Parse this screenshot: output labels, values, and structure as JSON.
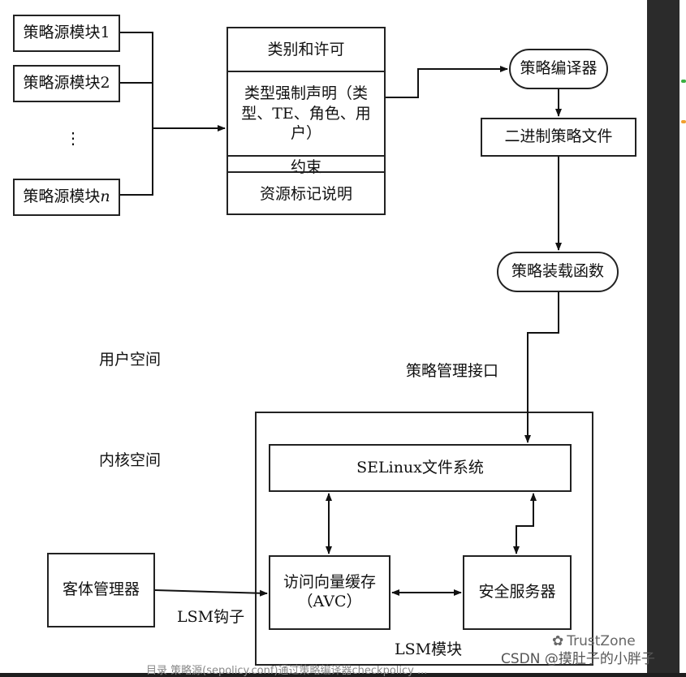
{
  "source_modules": [
    "策略源模块1",
    "策略源模块2",
    "⋮",
    "策略源模块"
  ],
  "source_module_italic_suffix": "n",
  "policy_stack": {
    "cells": [
      "类别和许可",
      "类型强制声明（类型、TE、角色、用户）",
      "约束",
      "资源标记说明"
    ]
  },
  "compiler": "策略编译器",
  "binary_policy": "二进制策略文件",
  "loader": "策略装载函数",
  "user_space": "用户空间",
  "policy_mgmt_interface": "策略管理接口",
  "kernel_space": "内核空间",
  "lsm_module": {
    "title": "LSM模块",
    "selinux_fs": "SELinux文件系统",
    "avc_line1": "访问向量缓存",
    "avc_line2": "（AVC）",
    "security_server": "安全服务器"
  },
  "object_manager": "客体管理器",
  "lsm_hook": "LSM钩子",
  "watermark": {
    "brand": "TrustZone",
    "csdn": "CSDN @摸肚子的小胖子",
    "bottom": "目录  策略源(sepolicy.conf)通过策略编译器checkpolicy ..."
  },
  "colors": {
    "accent_green": "#3cb043",
    "accent_orange": "#f0a030"
  }
}
